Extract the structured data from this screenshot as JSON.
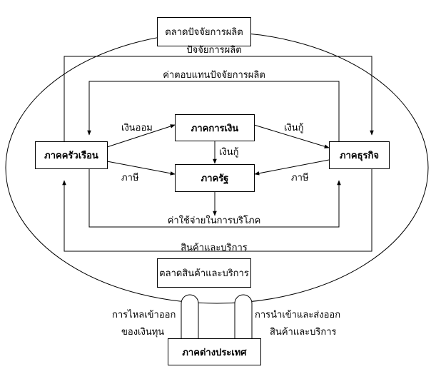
{
  "boxes": {
    "factor_market": "ตลาดปัจจัยการผลิต",
    "financial_sector": "ภาคการเงิน",
    "household_sector": "ภาคครัวเรือน",
    "business_sector": "ภาคธุรกิจ",
    "government_sector": "ภาครัฐ",
    "goods_market": "ตลาดสินค้าและบริการ",
    "foreign_sector": "ภาคต่างประเทศ"
  },
  "flows": {
    "factors_of_production": "ปัจจัยการผลิต",
    "factor_payments": "ค่าตอบแทนปัจจัยการผลิต",
    "savings": "เงินออม",
    "loans_to_business": "เงินกู้",
    "loans_to_government": "เงินกู้",
    "household_tax": "ภาษี",
    "business_tax": "ภาษี",
    "consumption_spending": "ค่าใช้จ่ายในการบริโภค",
    "goods_and_services": "สินค้าและบริการ",
    "capital_flow_line1": "การไหลเข้าออก",
    "capital_flow_line2": "ของเงินทุน",
    "trade_line1": "การนำเข้าและส่งออก",
    "trade_line2": "สินค้าและบริการ"
  }
}
